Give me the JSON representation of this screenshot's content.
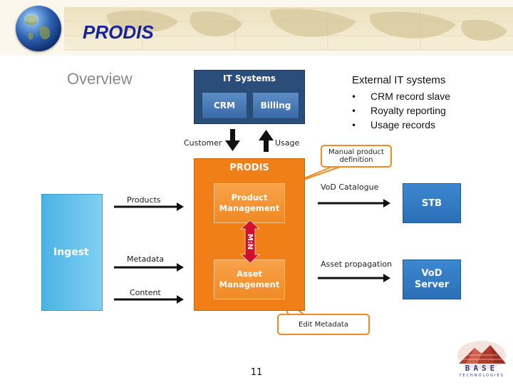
{
  "header": {
    "title": "PRODIS"
  },
  "slide": {
    "heading": "Overview",
    "page_number": "11"
  },
  "diagram": {
    "it_systems": {
      "label": "IT Systems",
      "crm": "CRM",
      "billing": "Billing"
    },
    "prodis": {
      "label": "PRODIS",
      "product_management": "Product Management",
      "asset_management": "Asset Management",
      "connector": "M:N"
    },
    "ingest": "Ingest",
    "stb": "STB",
    "vod_server": "VoD Server",
    "flows": {
      "customer": "Customer",
      "usage": "Usage",
      "products": "Products",
      "metadata": "Metadata",
      "content": "Content",
      "vod_catalogue": "VoD Catalogue",
      "asset_propagation": "Asset propagation"
    },
    "callouts": {
      "manual_product_definition": "Manual product definition",
      "edit_metadata": "Edit Metadata"
    }
  },
  "external_it_systems": {
    "title": "External IT systems",
    "items": [
      "CRM record slave",
      "Royalty reporting",
      "Usage records"
    ]
  },
  "logo": {
    "text": "BASE",
    "subtext": "TECHNOLOGIES"
  },
  "colors": {
    "orange": "#f07f17",
    "navy": "#2a4d7a",
    "blue": "#2b70b7",
    "cyan": "#4bb3e4",
    "title_blue": "#17239c"
  }
}
